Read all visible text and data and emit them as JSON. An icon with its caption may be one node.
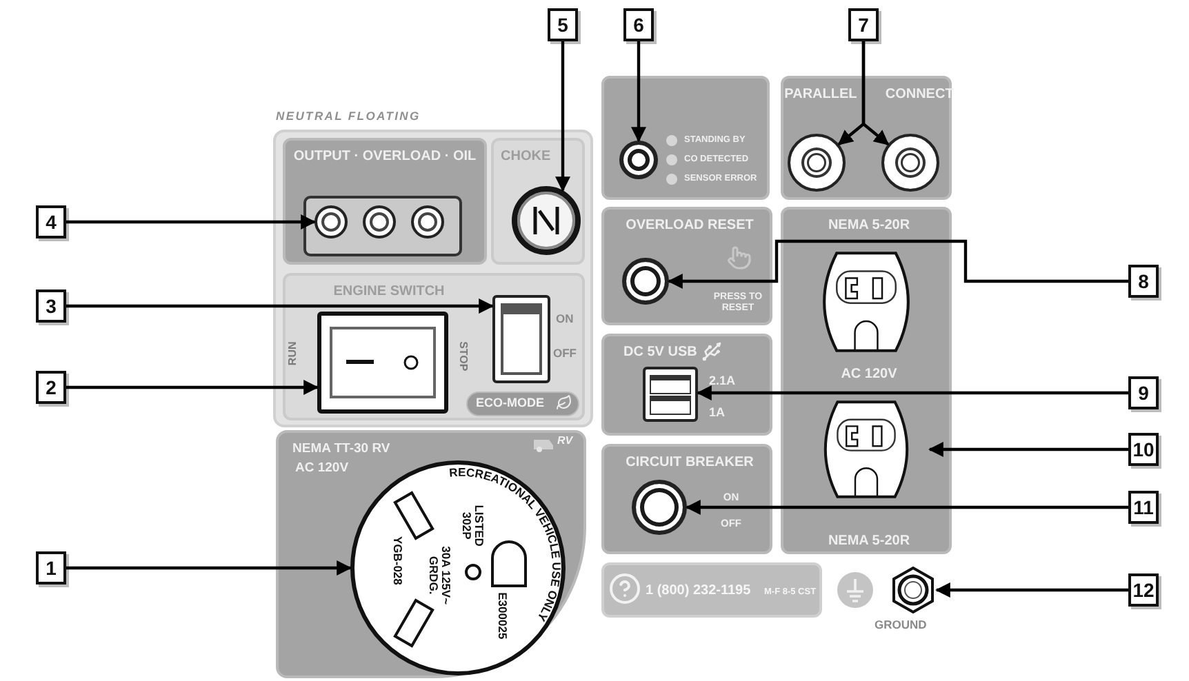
{
  "diagram": {
    "nodes": [
      {
        "text": [
          "OUTPUT · OVERLOAD · OIL"
        ]
      },
      {
        "text": [],
        "shape": "circle",
        "in": 0
      },
      {
        "text": [],
        "shape": "circle",
        "in": 0
      },
      {
        "text": [],
        "shape": "circle",
        "in": 0
      },
      {
        "text": [
          "CHOKE"
        ]
      },
      {
        "text": [],
        "shape": "circle",
        "in": 4
      },
      {
        "text": [
          "ENGINE SWITCH"
        ]
      },
      {
        "text": [],
        "shape": "box",
        "in": 6
      },
      {
        "text": [],
        "shape": "box",
        "in": 6,
        "beside": [
          "ON",
          "OFF"
        ]
      },
      {
        "text": [
          "ECO-MODE"
        ],
        "in": 6
      },
      {
        "text": [
          "NEMA TT-30 RV",
          "AC 120V"
        ]
      },
      {
        "text": [
          "RECREATIONAL VEHICLE USE ONLY",
          "LISTED 302P",
          "30A 125V~ GRDG.",
          "E300025",
          "YGB-028"
        ],
        "in": 10
      },
      {
        "text": [
          "STANDING BY",
          "CO DETECTED",
          "SENSOR ERROR"
        ]
      },
      {
        "text": [],
        "shape": "circle",
        "in": 12
      },
      {
        "text": [
          "PARALLEL CONNECT"
        ]
      },
      {
        "text": [],
        "shape": "circle",
        "in": 14
      },
      {
        "text": [],
        "shape": "circle",
        "in": 14
      },
      {
        "text": [
          "OVERLOAD RESET",
          "PRESS TO RESET"
        ]
      },
      {
        "text": [],
        "shape": "circle",
        "in": 17
      },
      {
        "text": [
          "NEMA 5-20R",
          "AC 120V",
          "NEMA 5-20R"
        ]
      },
      {
        "text": [],
        "shape": "picture",
        "in": 19
      },
      {
        "text": [],
        "shape": "picture",
        "in": 19
      },
      {
        "text": [
          "DC 5V USB",
          "2.1A",
          "1A"
        ]
      },
      {
        "text": [],
        "shape": "box",
        "in": 22
      },
      {
        "text": [
          "CIRCUIT BREAKER",
          "ON",
          "OFF"
        ]
      },
      {
        "text": [],
        "shape": "circle",
        "in": 24
      },
      {
        "text": [
          "1 (800) 232-1195",
          "M-F 8-5 CST"
        ]
      },
      {
        "text": [],
        "shape": "circle",
        "beside": [
          "GROUND"
        ]
      },
      {
        "text": [
          "1"
        ]
      },
      {
        "text": [
          "2"
        ]
      },
      {
        "text": [
          "3"
        ]
      },
      {
        "text": [
          "4"
        ]
      },
      {
        "text": [
          "5"
        ]
      },
      {
        "text": [
          "6"
        ]
      },
      {
        "text": [
          "7"
        ]
      },
      {
        "text": [
          "8"
        ]
      },
      {
        "text": [
          "9"
        ]
      },
      {
        "text": [
          "10"
        ]
      },
      {
        "text": [
          "11"
        ]
      },
      {
        "text": [
          "12"
        ]
      }
    ],
    "edges": [
      {
        "from": 28,
        "to": 11,
        "arrow": "to"
      },
      {
        "from": 29,
        "to": 7,
        "arrow": "to"
      },
      {
        "from": 30,
        "to": 8,
        "arrow": "to"
      },
      {
        "from": 31,
        "to": 1,
        "arrow": "to"
      },
      {
        "from": 32,
        "to": 5,
        "arrow": "to"
      },
      {
        "from": 33,
        "to": 13,
        "arrow": "to"
      },
      {
        "from": 34,
        "to": 15,
        "arrow": "to"
      },
      {
        "from": 34,
        "to": 16,
        "arrow": "to"
      },
      {
        "from": 35,
        "to": 18,
        "arrow": "to"
      },
      {
        "from": 36,
        "to": 23,
        "arrow": "to"
      },
      {
        "from": 37,
        "to": 21,
        "arrow": "to"
      },
      {
        "from": 38,
        "to": 25,
        "arrow": "to"
      },
      {
        "from": 39,
        "to": 27,
        "arrow": "to"
      }
    ],
    "labels": [
      "NEUTRAL FLOATING",
      "RUN",
      "STOP",
      "RV"
    ]
  }
}
